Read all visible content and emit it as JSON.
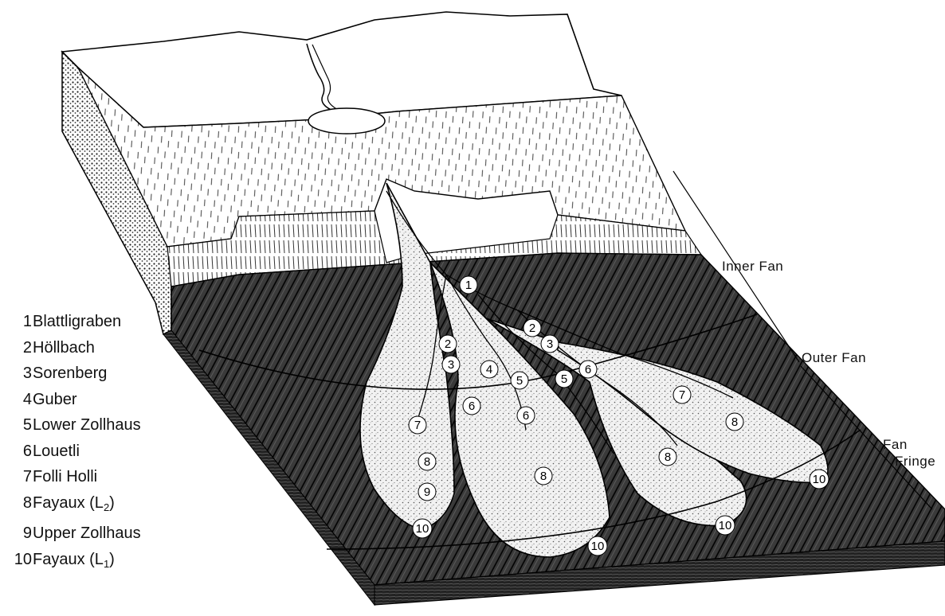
{
  "legend": [
    {
      "num": "1",
      "name": "Blattligraben"
    },
    {
      "num": "2",
      "name": "Höllbach"
    },
    {
      "num": "3",
      "name": "Sorenberg"
    },
    {
      "num": "4",
      "name": "Guber"
    },
    {
      "num": "5",
      "name": "Lower Zollhaus"
    },
    {
      "num": "6",
      "name": "Louetli"
    },
    {
      "num": "7",
      "name": "Folli Holli"
    },
    {
      "num": "8",
      "name": "Fayaux (L",
      "sub": "2",
      "suffix": ")"
    },
    {
      "num": "9",
      "name": "Upper Zollhaus"
    },
    {
      "num": "10",
      "name": "Fayaux (L",
      "sub": "1",
      "suffix": ")"
    }
  ],
  "zones": {
    "inner": "Inner Fan",
    "outer": "Outer Fan",
    "fringe_line1": "Fan",
    "fringe_line2": "Fringe"
  },
  "markers": [
    "1",
    "2",
    "3",
    "2",
    "3",
    "4",
    "5",
    "5",
    "6",
    "6",
    "6",
    "7",
    "7",
    "8",
    "8",
    "8",
    "8",
    "9",
    "10",
    "10",
    "10",
    "10"
  ]
}
